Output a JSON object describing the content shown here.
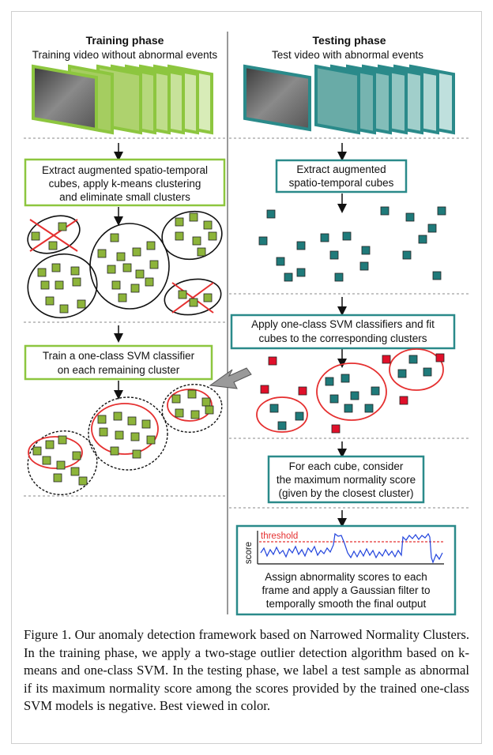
{
  "training": {
    "title": "Training phase",
    "subtitle": "Training video without abnormal events",
    "step1": [
      "Extract augmented spatio-temporal",
      "cubes, apply k-means clustering",
      "and eliminate small clusters"
    ],
    "step2": [
      "Train a one-class SVM classifier",
      "on each remaining cluster"
    ]
  },
  "testing": {
    "title": "Testing phase",
    "subtitle": "Test video with abnormal events",
    "step1": [
      "Extract augmented",
      "spatio-temporal cubes"
    ],
    "step2": [
      "Apply one-class SVM classifiers and fit",
      "cubes to the corresponding clusters"
    ],
    "step3": [
      "For each cube, consider",
      "the maximum normality score",
      "(given by the closest cluster)"
    ],
    "step4": [
      "Assign abnormality scores to each",
      "frame and apply a Gaussian filter to",
      "temporally smooth the final output"
    ],
    "plot": {
      "score_label": "score",
      "threshold_label": "threshold"
    }
  },
  "colors": {
    "training_green": "#8dc63f",
    "testing_teal": "#2a8a8a",
    "cube_green": "#8db43a",
    "cube_teal": "#1f7a7a",
    "cube_red": "#e0102a",
    "cluster_red": "#e53030",
    "signal_blue": "#2244dd"
  },
  "caption": "Figure 1. Our anomaly detection framework based on Narrowed Normality Clusters. In the training phase, we apply a two-stage outlier detection algorithm based on k-means and one-class SVM. In the testing phase, we label a test sample as abnormal if its maximum normality score among the scores provided by the trained one-class SVM models is negative. Best viewed in color."
}
